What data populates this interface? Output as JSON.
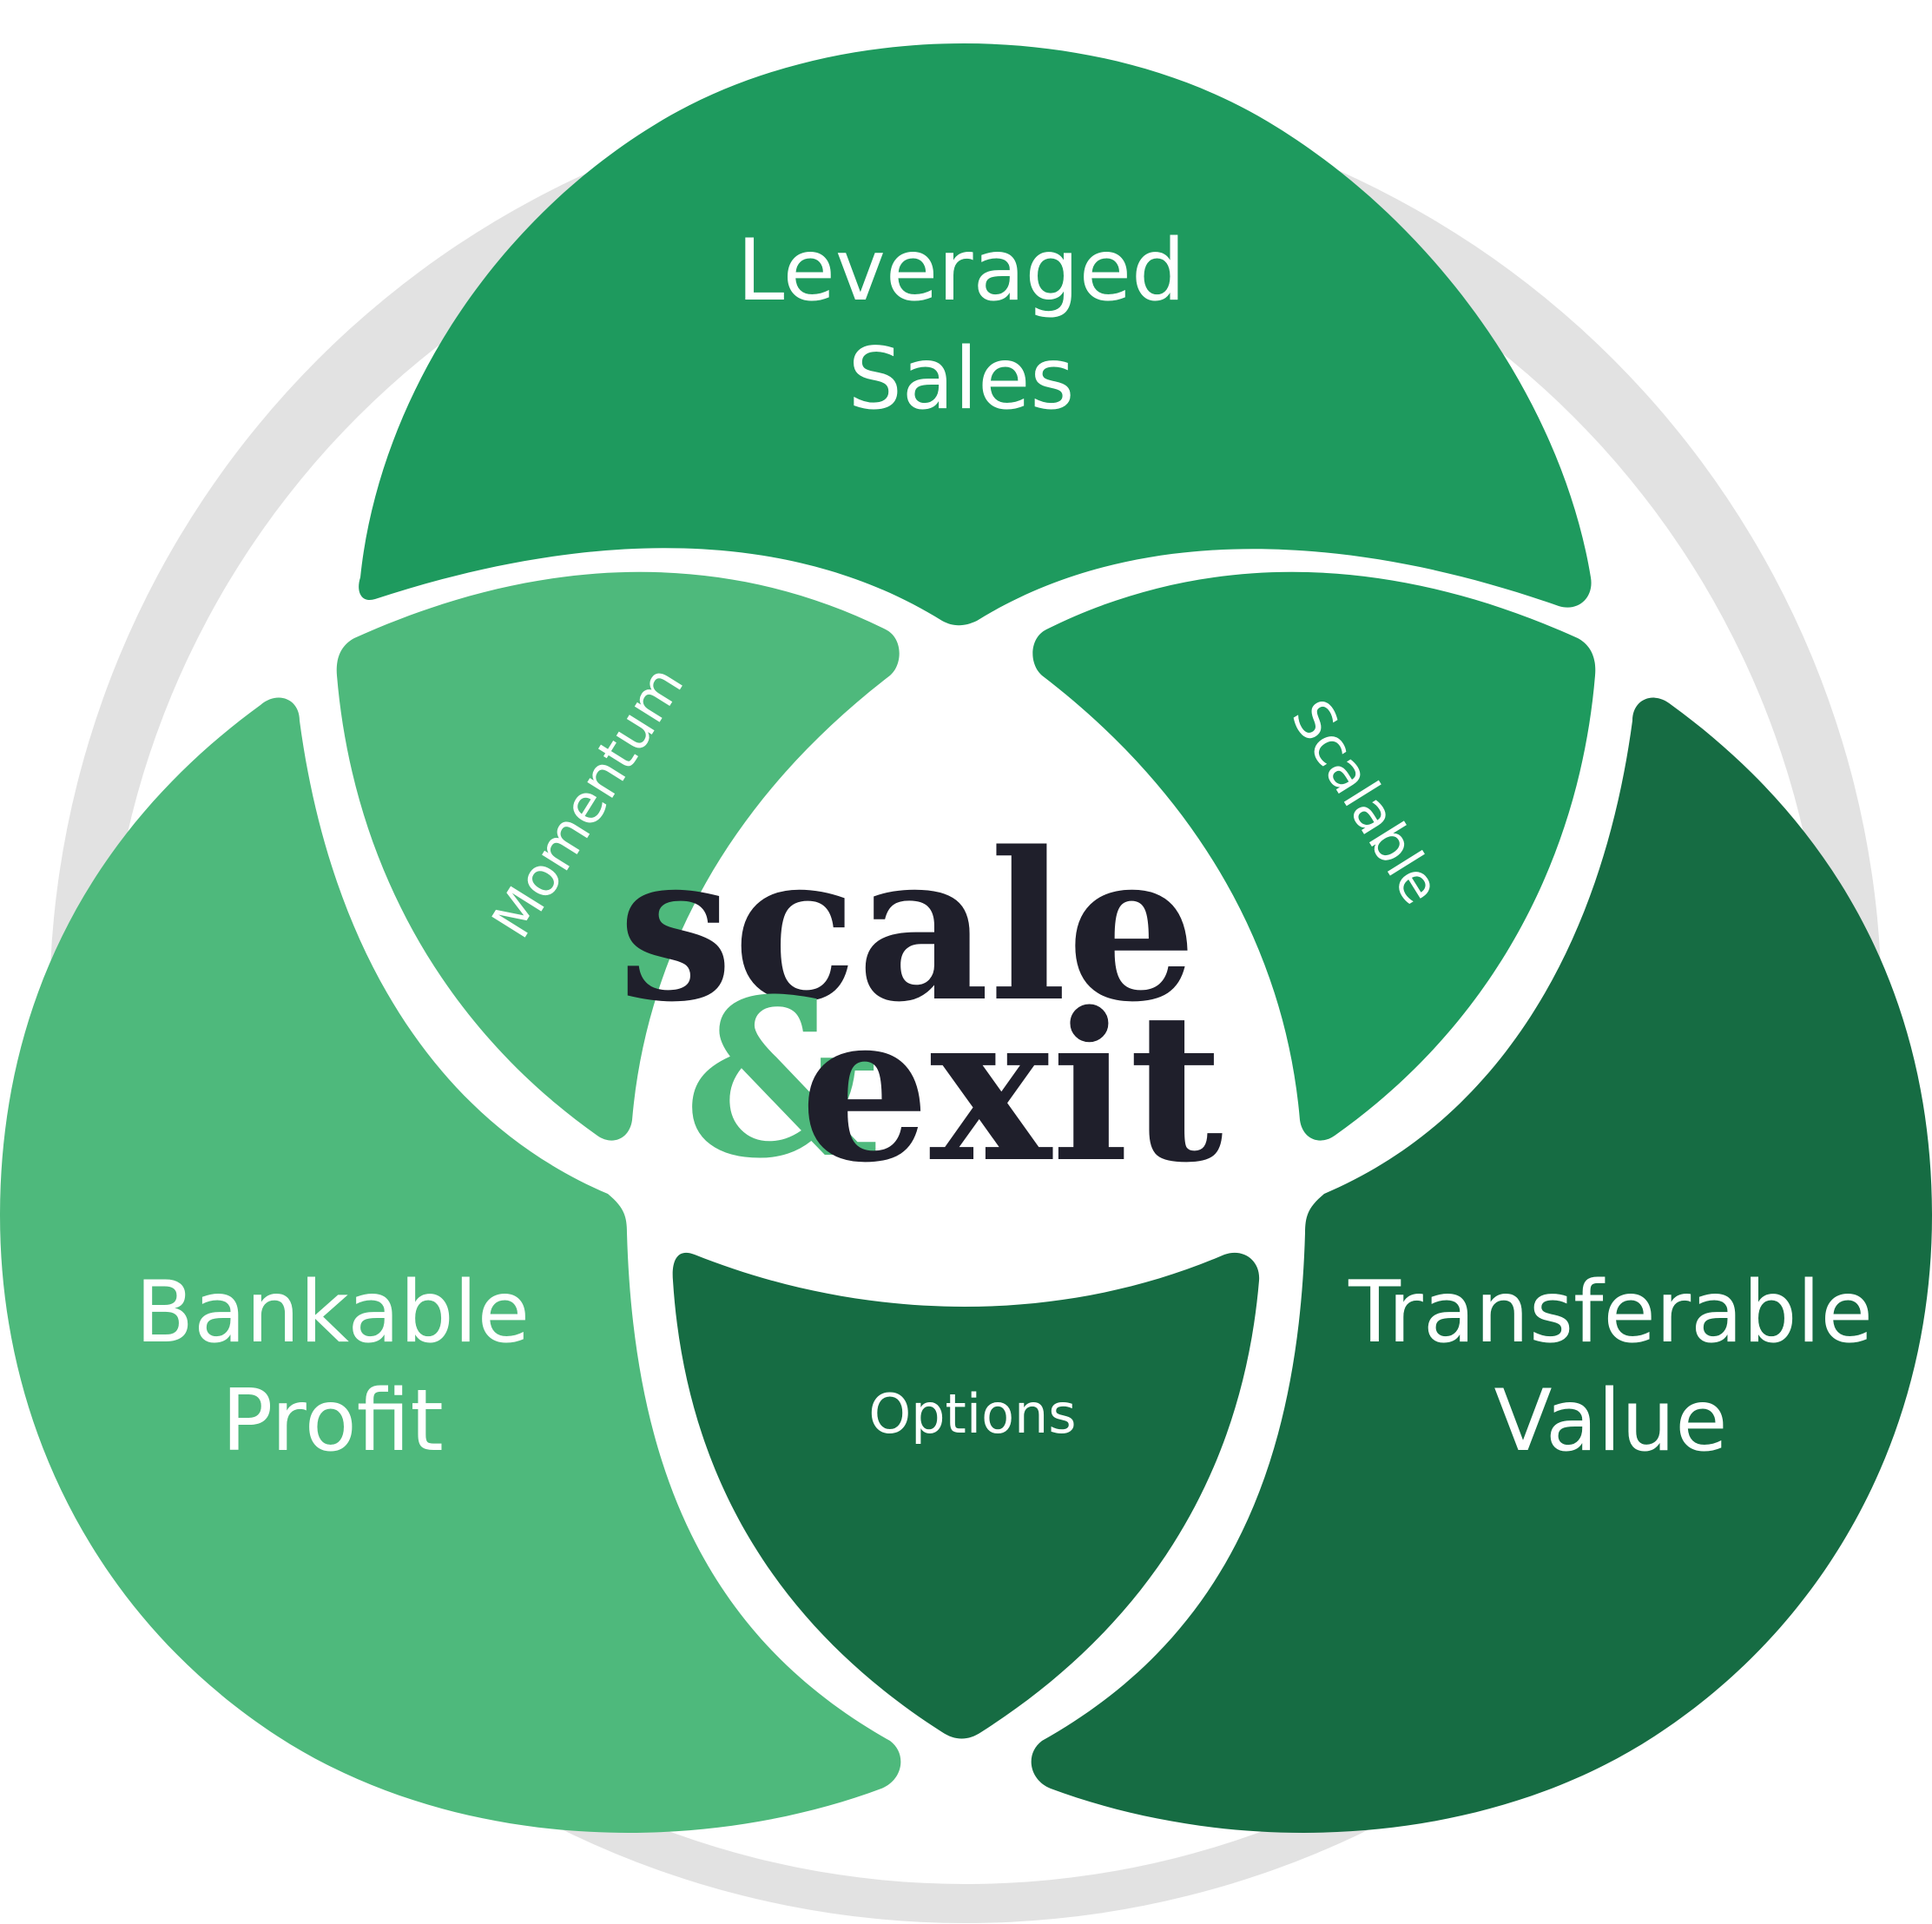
{
  "colors": {
    "background_ring": "#e2e2e2",
    "light_green": "#4eb97c",
    "mid_green": "#1e9a5e",
    "dark_green": "#166c43",
    "logo_dark": "#1f1f2b",
    "logo_accent": "#4eb97c",
    "text": "#ffffff"
  },
  "outer_segments": {
    "top": {
      "line1": "Leveraged",
      "line2": "Sales"
    },
    "left": {
      "line1": "Bankable",
      "line2": "Profit"
    },
    "right": {
      "line1": "Transferable",
      "line2": "Value"
    }
  },
  "inner_segments": {
    "top_left": "Momentum",
    "top_right": "Scalable",
    "bottom": "Options"
  },
  "logo": {
    "word1": "scale",
    "ampersand": "&",
    "word2": "exit"
  }
}
